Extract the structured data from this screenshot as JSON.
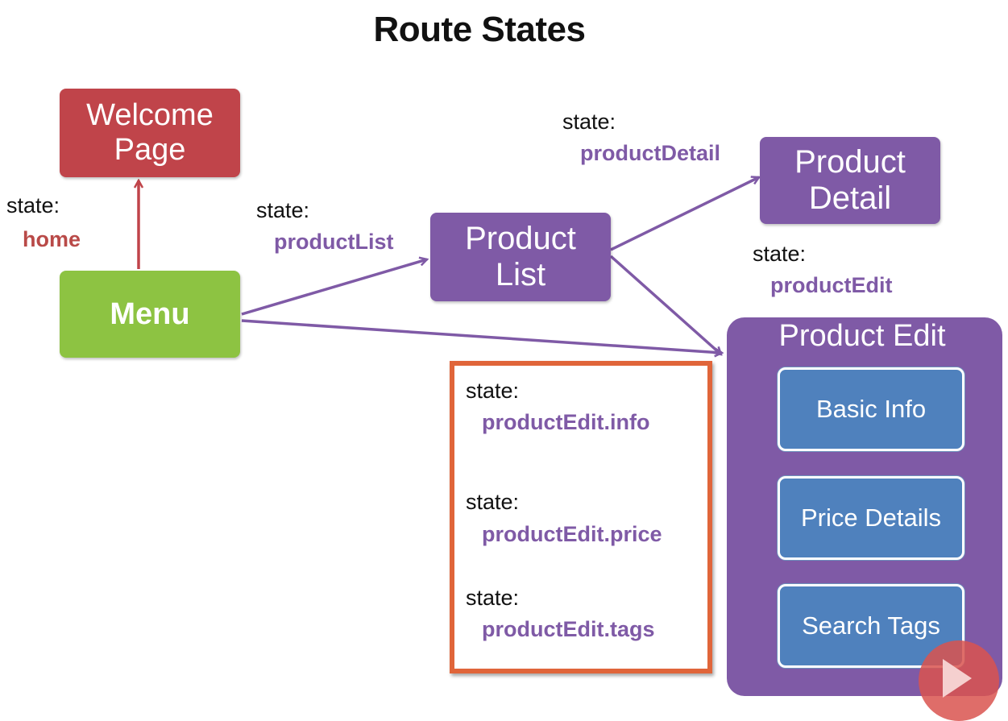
{
  "title": "Route States",
  "nodes": {
    "welcome": "Welcome Page",
    "menu": "Menu",
    "product_list": "Product List",
    "product_detail": "Product Detail",
    "product_edit": "Product Edit",
    "basic_info": "Basic Info",
    "price_details": "Price Details",
    "search_tags": "Search Tags"
  },
  "states": {
    "label": "state:",
    "home": "home",
    "product_list": "productList",
    "product_detail": "productDetail",
    "product_edit": "productEdit",
    "edit_info": "productEdit.info",
    "edit_price": "productEdit.price",
    "edit_tags": "productEdit.tags"
  },
  "colors": {
    "welcome": "#c0444a",
    "menu": "#8dc342",
    "purple": "#7f5aa6",
    "blue": "#4f81bd",
    "highlight_border": "#e0653a"
  },
  "icons": [
    "play-icon"
  ]
}
